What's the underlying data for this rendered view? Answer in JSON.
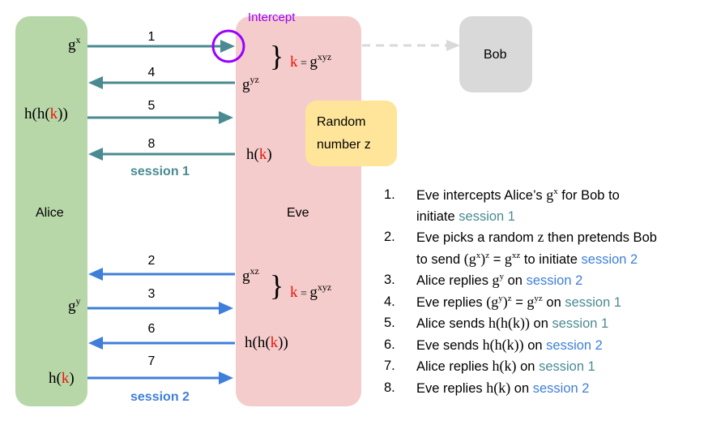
{
  "colors": {
    "alice_fill": "#b7d7a8",
    "eve_fill": "#f4cccc",
    "bob_fill": "#d9d9d9",
    "random_fill": "#ffe599",
    "session1": "#4a8a91",
    "session2": "#3f7fd9",
    "intercept": "#9900ff",
    "key_red": "#e8160c"
  },
  "parties": {
    "alice": "Alice",
    "eve": "Eve",
    "bob": "Bob",
    "random_line1": "Random",
    "random_line2": "number z"
  },
  "intercept_label": "Intercept",
  "session_labels": {
    "s1": "session 1",
    "s2": "session 2"
  },
  "arrows": [
    {
      "num": "1",
      "session": 1,
      "direction": "right"
    },
    {
      "num": "4",
      "session": 1,
      "direction": "left"
    },
    {
      "num": "5",
      "session": 1,
      "direction": "right"
    },
    {
      "num": "8",
      "session": 1,
      "direction": "left"
    },
    {
      "num": "2",
      "session": 2,
      "direction": "left"
    },
    {
      "num": "3",
      "session": 2,
      "direction": "right"
    },
    {
      "num": "6",
      "session": 2,
      "direction": "left"
    },
    {
      "num": "7",
      "session": 2,
      "direction": "right"
    }
  ],
  "math": {
    "g": "g",
    "x": "x",
    "y": "y",
    "yz": "yz",
    "xz": "xz",
    "xyz": "xyz",
    "k": "k",
    "eq": " = ",
    "h_open": "h(",
    "hh_open": "h(h(",
    "close1": ")",
    "close2": "))"
  },
  "steps": [
    {
      "n": "1.",
      "parts": [
        "Eve intercepts Alice’s ",
        "g^x",
        " for Bob to initiate ",
        "s1"
      ]
    },
    {
      "n": "2.",
      "parts": [
        "Eve picks a random ",
        "z",
        " then pretends Bob to send ",
        "(g^x)^z = g^xz",
        " to initiate ",
        "s2"
      ]
    },
    {
      "n": "3.",
      "parts": [
        "Alice replies ",
        "g^y",
        " on ",
        "s2"
      ]
    },
    {
      "n": "4.",
      "parts": [
        "Eve replies ",
        "(g^y)^z = g^yz",
        " on ",
        "s1"
      ]
    },
    {
      "n": "5.",
      "parts": [
        "Alice sends ",
        "h(h(k))",
        " on ",
        "s1"
      ]
    },
    {
      "n": "6.",
      "parts": [
        "Eve sends ",
        "h(h(k))",
        " on ",
        "s2"
      ]
    },
    {
      "n": "7.",
      "parts": [
        "Alice replies ",
        "h(k)",
        " on ",
        "s1"
      ]
    },
    {
      "n": "8.",
      "parts": [
        "Eve replies ",
        "h(k)",
        " on ",
        "s2"
      ]
    }
  ],
  "step_text": {
    "s1_n": "1.",
    "s1_a": "Eve intercepts Alice’s ",
    "s1_b": " for Bob to",
    "s1_c": "initiate ",
    "s2_n": "2.",
    "s2_a": "Eve picks a random ",
    "s2_z": "z",
    "s2_b": " then pretends Bob",
    "s2_c": "to send ",
    "s2_d": " to initiate ",
    "s3_n": "3.",
    "s3_a": "Alice replies ",
    "s3_b": " on ",
    "s4_n": "4.",
    "s4_a": "Eve replies ",
    "s4_b": " on ",
    "s5_n": "5.",
    "s5_a": "Alice sends ",
    "s5_m": "h(h(k))",
    "s5_b": " on ",
    "s6_n": "6.",
    "s6_a": "Eve sends ",
    "s6_m": "h(h(k))",
    "s6_b": " on ",
    "s7_n": "7.",
    "s7_a": "Alice replies ",
    "s7_m": "h(k)",
    "s7_b": " on ",
    "s8_n": "8.",
    "s8_a": "Eve replies ",
    "s8_m": "h(k)",
    "s8_b": " on "
  }
}
